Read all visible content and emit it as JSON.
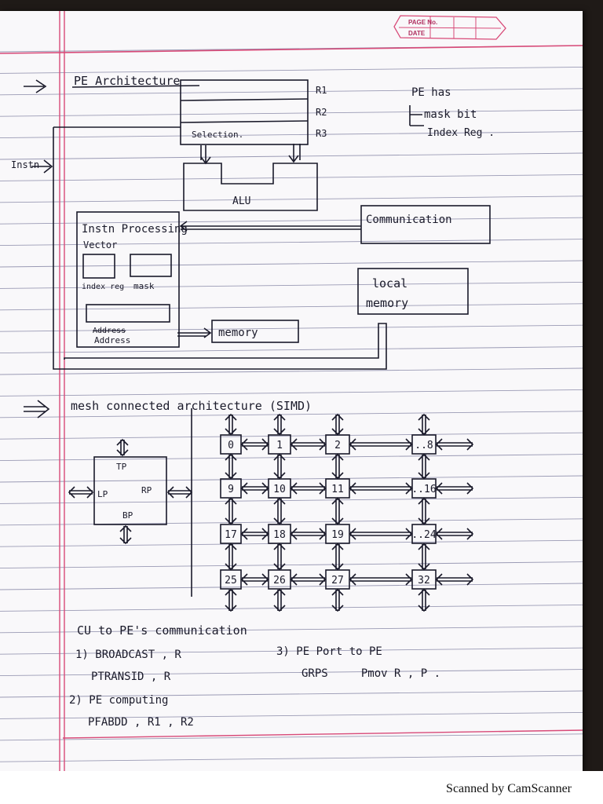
{
  "header": {
    "page_no_label": "PAGE No.",
    "date_label": "DATE"
  },
  "section1": {
    "heading": "PE Architecture",
    "registers": [
      "R1",
      "R2",
      "R3"
    ],
    "selection": "Selection.",
    "pe_has": "PE has",
    "pe_has_items": [
      "mask bit",
      "Index Reg ."
    ],
    "instn_label": "Instn",
    "alu": "ALU",
    "communication": "Communication",
    "ipv_title": "Instn Processing",
    "ipv_sub": "Vector",
    "index_reg": "index reg",
    "mask": "mask",
    "address_struck": "Address",
    "address": "Address",
    "memory": "memory",
    "local_memory": [
      "local",
      "memory"
    ]
  },
  "section2": {
    "heading": "mesh connected architecture (SIMD)",
    "pe_ports": {
      "top": "TP",
      "left": "LP",
      "right": "RP",
      "bottom": "BP"
    },
    "grid_rows": [
      [
        "0",
        "1",
        "2",
        "..8"
      ],
      [
        "9",
        "10",
        "11",
        "..16"
      ],
      [
        "17",
        "18",
        "19",
        "..24"
      ],
      [
        "25",
        "26",
        "27",
        "32"
      ]
    ]
  },
  "section3": {
    "heading": "CU to PE's communication",
    "item1": [
      "1) BROADCAST , R",
      "PTRANSID , R"
    ],
    "item2": [
      "2) PE computing",
      "PFABDD , R1 , R2"
    ],
    "item3": [
      "3) PE Port to PE",
      "GRPS     Pmov R , P ."
    ]
  },
  "footer": {
    "scanned_by": "Scanned by CamScanner"
  },
  "colors": {
    "paper": "#f9f8fa",
    "rule_lines": "#9a9ab4",
    "margin_red": "#d84a78",
    "ink": "#1a1a2a",
    "background": "#1f1a17"
  }
}
